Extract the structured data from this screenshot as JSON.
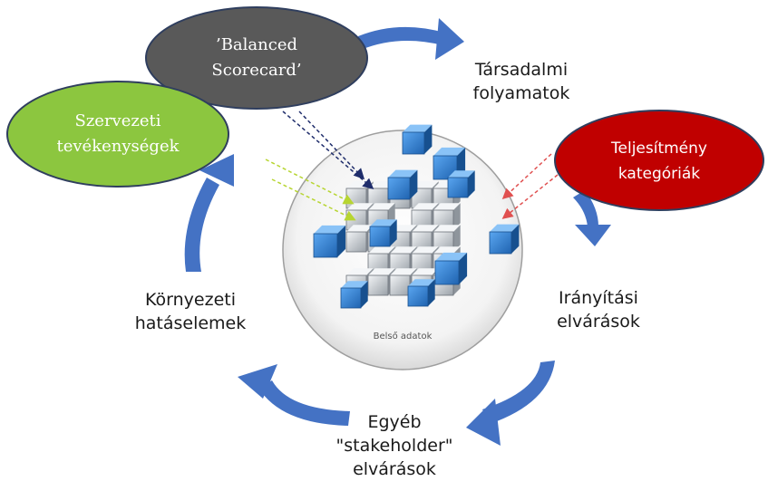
{
  "nodes": {
    "balanced_scorecard": {
      "text": "’Balanced\nScorecard’",
      "color": "#595959"
    },
    "szervezeti": {
      "text": "Szervezeti\ntevékenységek",
      "color": "#8cc63f"
    },
    "teljesitmeny": {
      "text": "Teljesítmény\nkategóriák",
      "color": "#c00000"
    }
  },
  "labels": {
    "tarsadalmi": "Társadalmi\nfolyamatok",
    "iranyitasi": "Irányítási\nelvárások",
    "egyeb": "Egyéb\n\"stakeholder\"\nelvárások",
    "kornyezeti": "Környezeti\nhatáselemek"
  },
  "center": {
    "caption": "Belső adatok"
  },
  "colors": {
    "arrow": "#4472c4",
    "cube_blue": "#2f7fd0",
    "cube_silver": "#c9ced3"
  }
}
